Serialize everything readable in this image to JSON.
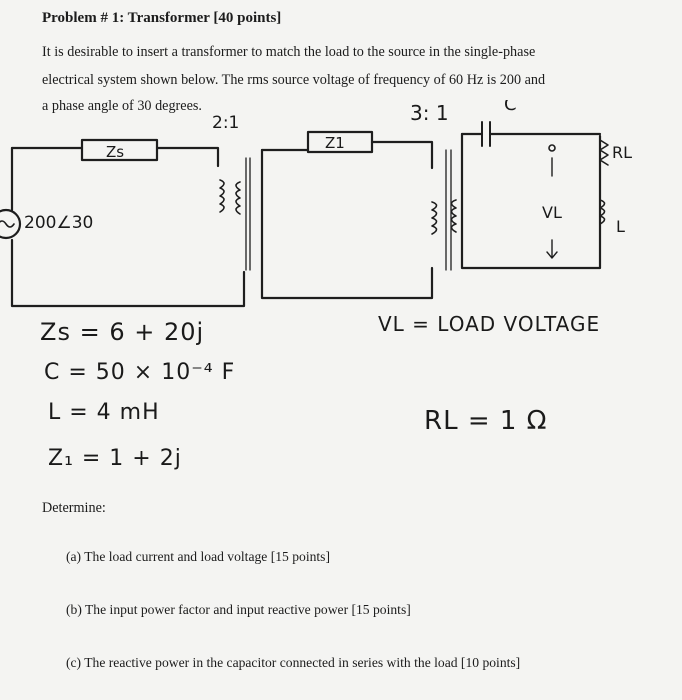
{
  "problem": {
    "title": "Problem # 1: Transformer [40 points]",
    "statement_lines": [
      "It is desirable to insert a transformer to match the load to the source in the single-phase",
      "electrical system shown below. The rms source voltage of frequency of 60 Hz is 200 and",
      "a phase angle of 30 degrees."
    ]
  },
  "circuit": {
    "ratio1": "2:1",
    "ratio2": "3: 1",
    "zs_box": "Zs",
    "z1_box": "Z1",
    "source": "200∠30",
    "cap": "C",
    "rl": "RL",
    "l": "L",
    "vl": "VL"
  },
  "handwritten": {
    "zs": "Zs =  6 + 20j",
    "c": "C =  50 × 10⁻⁴ F",
    "l": "L =  4 mH",
    "z1": "Z₁ =  1 + 2j",
    "vl_def": "VL = LOAD VOLTAGE",
    "rl": "RL =  1 Ω"
  },
  "determine": {
    "label": "Determine:",
    "items": [
      "(a) The load current and load voltage [15 points]",
      "(b) The input power factor and input reactive power [15 points]",
      "(c) The reactive power in the capacitor connected in series with the load [10 points]"
    ]
  }
}
